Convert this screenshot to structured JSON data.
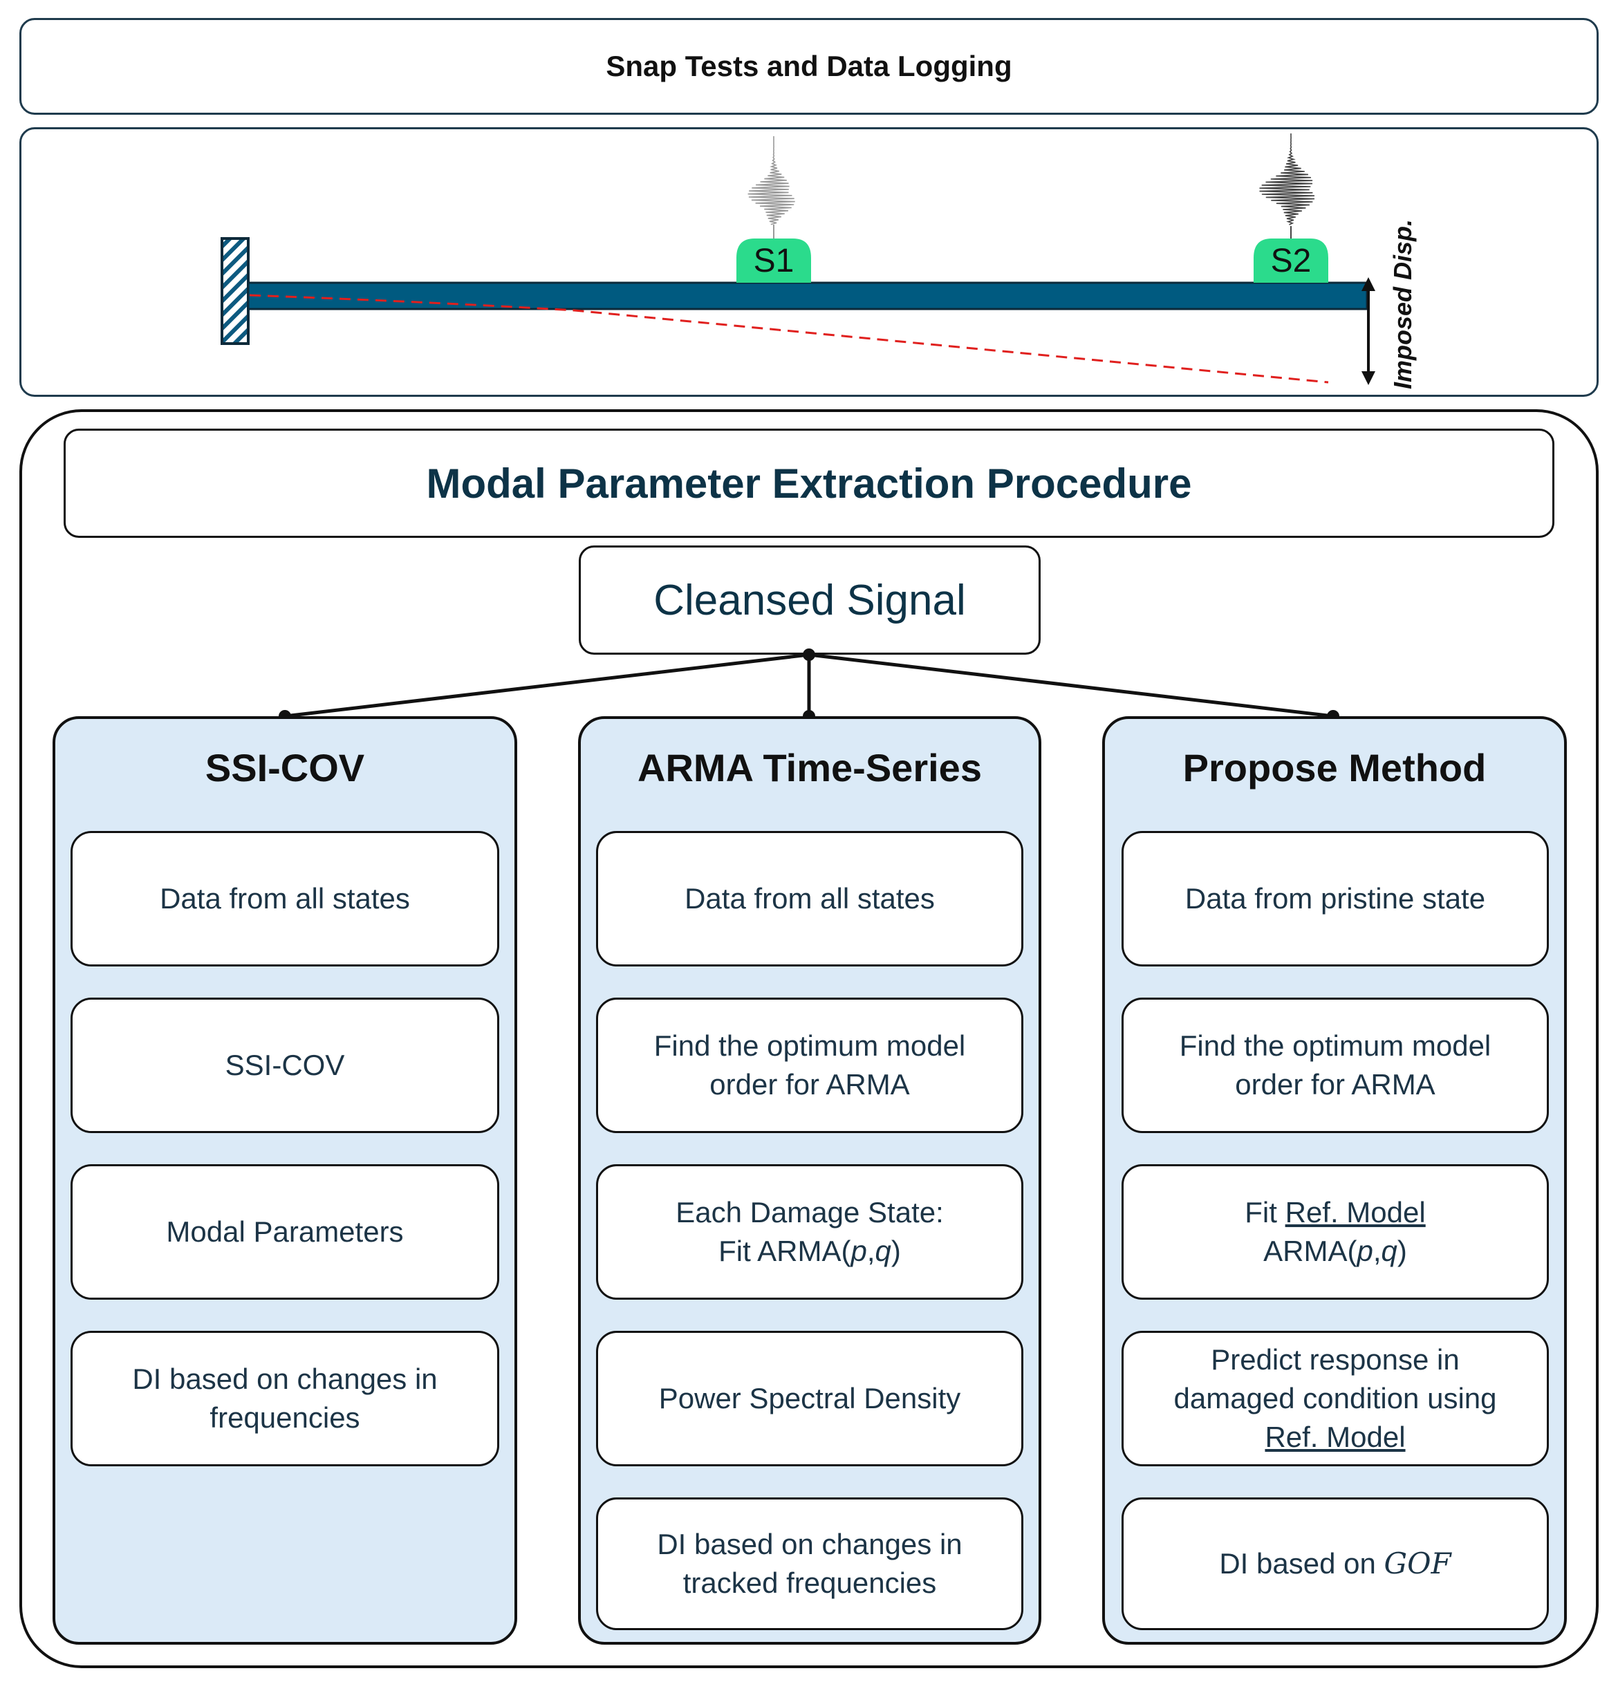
{
  "header": {
    "title": "Snap Tests and Data Logging"
  },
  "beam": {
    "sensor1": "S1",
    "sensor2": "S2",
    "imposed_label": "Imposed Disp.",
    "beam_color": "#005a80",
    "sensor_color": "#2bdb8c",
    "deflection_color": "#e0201e"
  },
  "procedure": {
    "title": "Modal Parameter Extraction Procedure",
    "cleansed": "Cleansed Signal"
  },
  "columns": [
    {
      "title": "SSI-COV",
      "steps": [
        {
          "lines": [
            "Data from all states"
          ]
        },
        {
          "lines": [
            "SSI-COV"
          ]
        },
        {
          "lines": [
            "Modal Parameters"
          ]
        },
        {
          "lines": [
            "DI based on changes in",
            "frequencies"
          ]
        }
      ]
    },
    {
      "title": "ARMA Time-Series",
      "steps": [
        {
          "lines": [
            "Data from all states"
          ]
        },
        {
          "lines": [
            "Find the optimum model",
            "order for ARMA"
          ]
        },
        {
          "lines": [
            "Each Damage State:",
            "Fit ARMA(",
            "p",
            ",",
            "q",
            ")"
          ]
        },
        {
          "lines": [
            "Power Spectral Density"
          ]
        },
        {
          "lines": [
            "DI based on changes in",
            "tracked frequencies"
          ]
        }
      ]
    },
    {
      "title": "Propose Method",
      "steps": [
        {
          "lines": [
            "Data from pristine state"
          ]
        },
        {
          "lines": [
            "Find the optimum model",
            "order for ARMA"
          ]
        },
        {
          "lines": [
            "Fit ",
            "Ref. Model",
            "ARMA(",
            "p",
            ",",
            "q",
            ")"
          ]
        },
        {
          "lines": [
            "Predict response in",
            "damaged condition using",
            "Ref. Model"
          ]
        },
        {
          "lines": [
            "DI based on ",
            "GOF"
          ]
        }
      ]
    }
  ],
  "colors": {
    "panel_fill": "#dbeaf7",
    "title_color": "#0d3347"
  }
}
